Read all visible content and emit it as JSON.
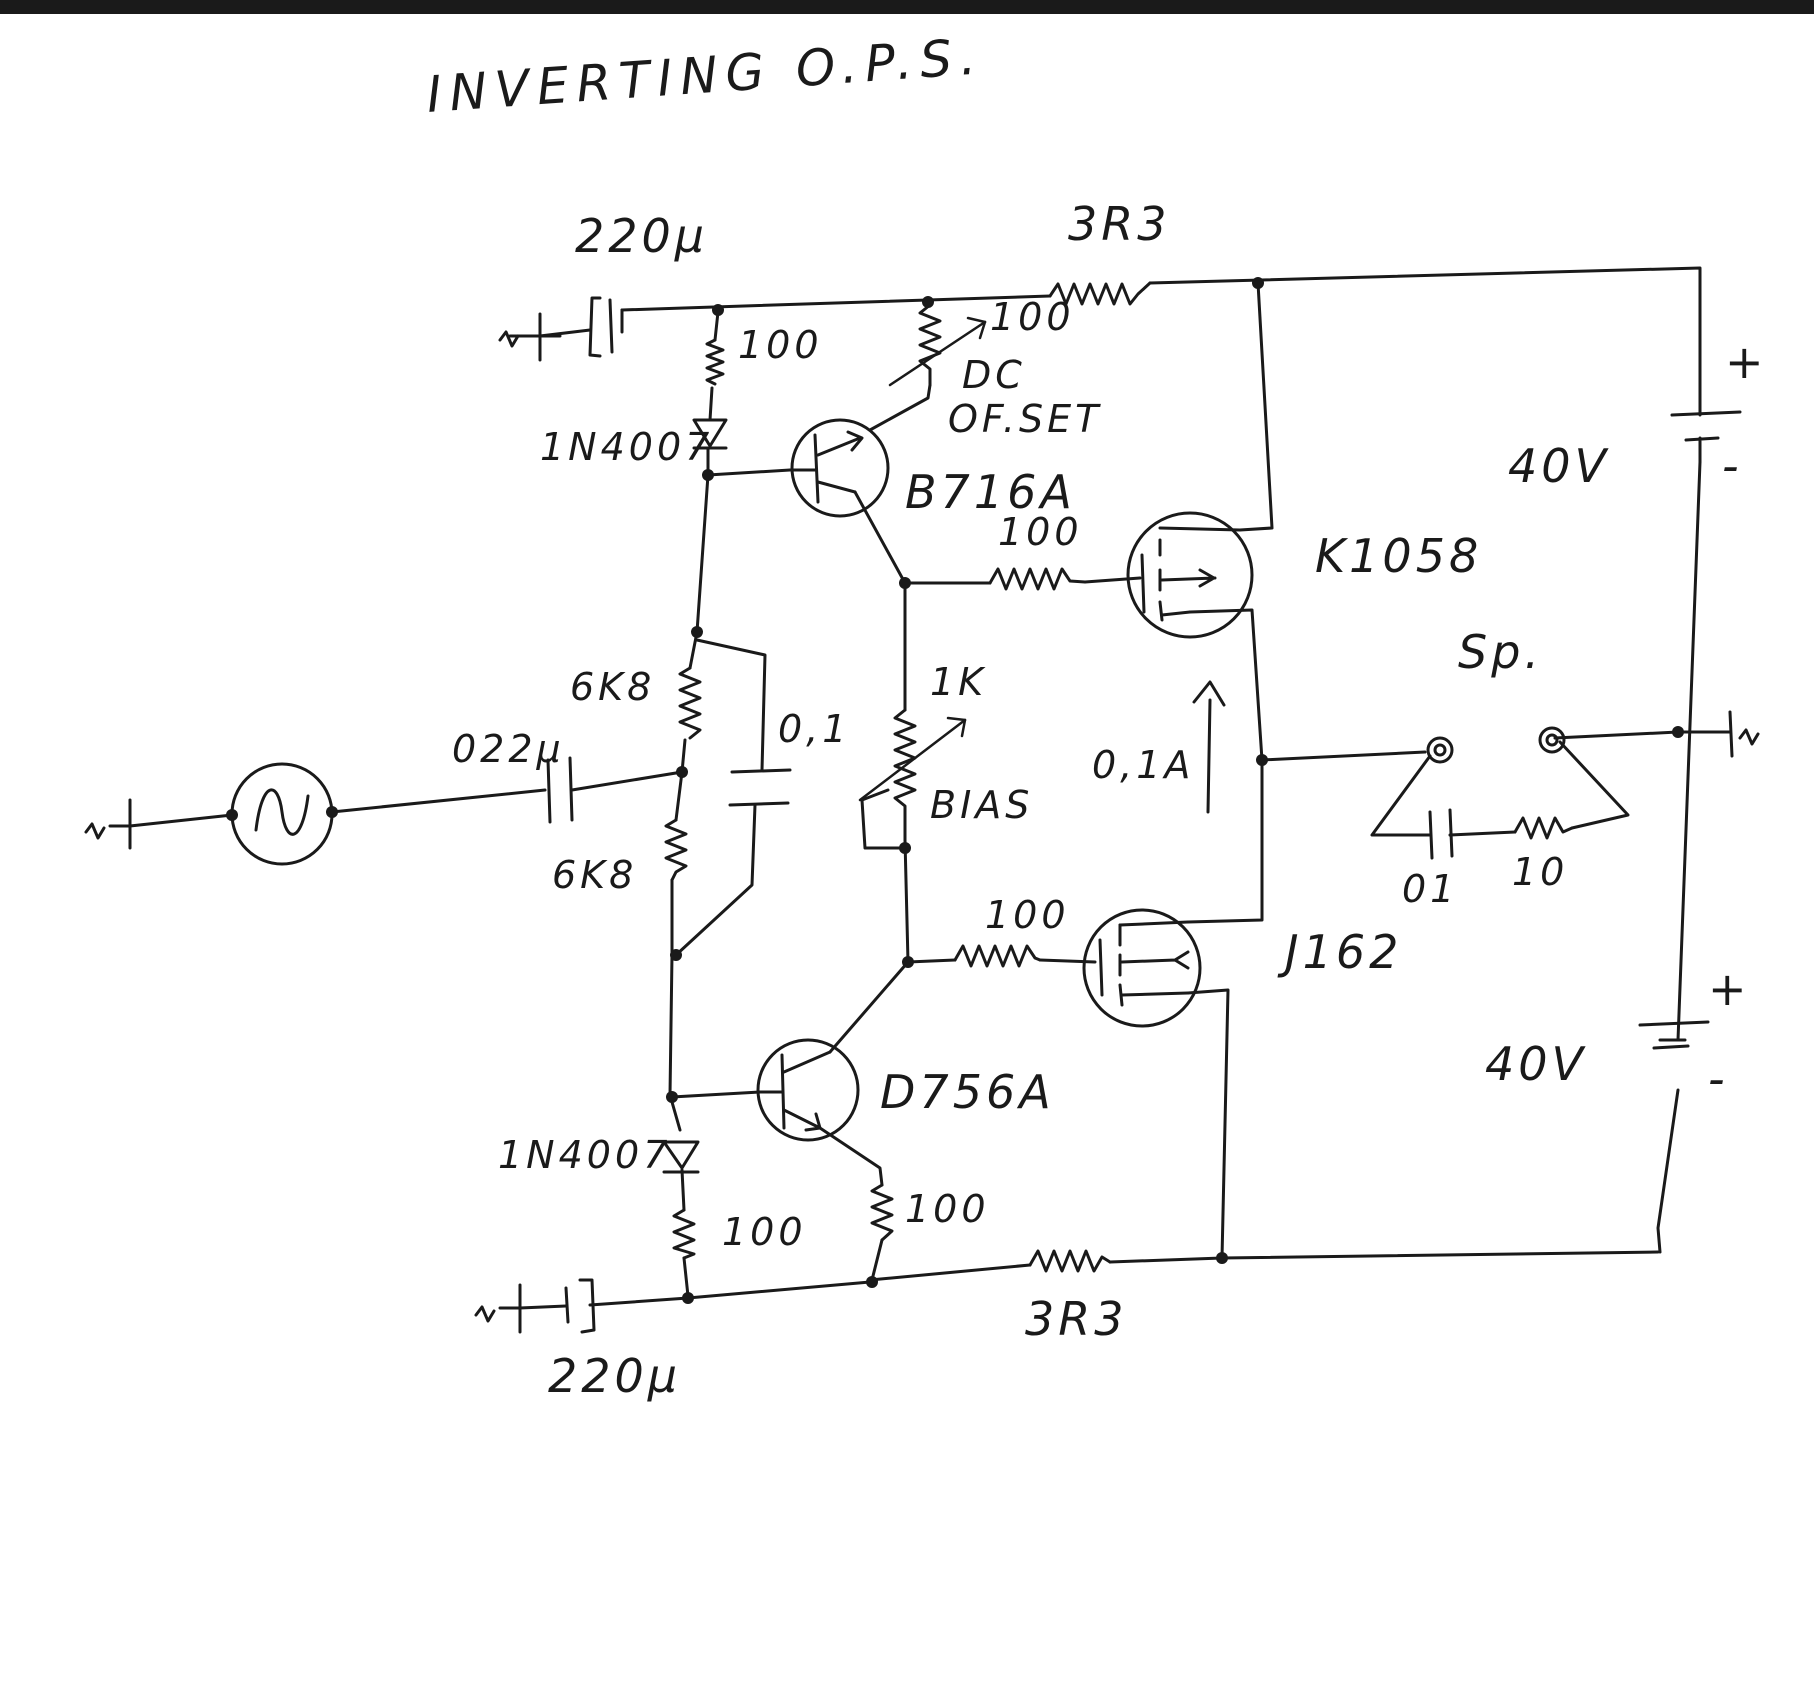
{
  "title": "INVERTING O.P.S.",
  "labels": {
    "cap_top": "220μ",
    "res_top_3r3": "3R3",
    "res_top_100_a": "100",
    "res_top_100_b": "100",
    "dc_offset_1": "DC",
    "dc_offset_2": "OF.SET",
    "diode_top": "1N4007",
    "q_top": "B716A",
    "gate_top_res": "100",
    "mosfet_top": "K1058",
    "speaker": "Sp.",
    "res_6k8_top": "6K8",
    "res_6k8_bot": "6K8",
    "cap_in": "022μ",
    "cap_01": "0,1",
    "pot_1k": "1K",
    "bias": "BIAS",
    "current": "0,1A",
    "zobel_cap": "01",
    "zobel_res": "10",
    "supply_top": "40V",
    "supply_bot": "40V",
    "plus_top": "+",
    "minus_top": "-",
    "plus_bot": "+",
    "minus_bot": "-",
    "gate_bot_res": "100",
    "mosfet_bot": "J162",
    "q_bot": "D756A",
    "diode_bot": "1N4007",
    "res_bot_100_a": "100",
    "res_bot_100_b": "100",
    "res_bot_3r3": "3R3",
    "cap_bot": "220μ"
  }
}
